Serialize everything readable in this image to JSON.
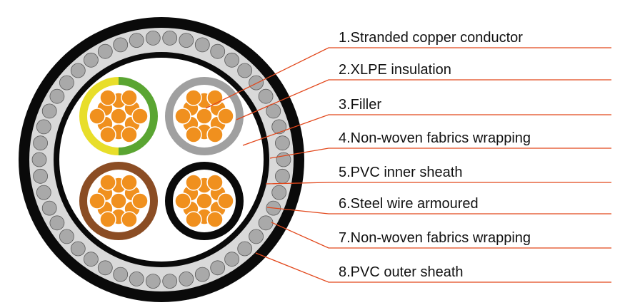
{
  "labels": [
    {
      "text": "1.Stranded copper conductor",
      "target": "conductor"
    },
    {
      "text": "2.XLPE insulation",
      "target": "insulation"
    },
    {
      "text": "3.Filler",
      "target": "filler"
    },
    {
      "text": "4.Non-woven fabrics wrapping",
      "target": "inner-wrapping"
    },
    {
      "text": "5.PVC inner sheath",
      "target": "inner-sheath"
    },
    {
      "text": "6.Steel wire armoured",
      "target": "armour"
    },
    {
      "text": "7.Non-woven fabrics wrapping",
      "target": "outer-wrapping"
    },
    {
      "text": "8.PVC outer sheath",
      "target": "outer-sheath"
    }
  ],
  "colors": {
    "outer_sheath": "#0a0a0a",
    "wrapping": "#d9d9d9",
    "armour_wire": "#a9a9a9",
    "armour_wire_stroke": "#5a5a5a",
    "inner_sheath": "#0a0a0a",
    "filler": "#ffffff",
    "copper": "#f0901e",
    "copper_stroke": "#ffffff",
    "leader_line": "#e2471b",
    "earth_yellow": "#e8de2a",
    "earth_green": "#5aa532",
    "core_grey": "#a0a0a0",
    "core_brown": "#8b4d24",
    "core_black": "#0a0a0a"
  }
}
